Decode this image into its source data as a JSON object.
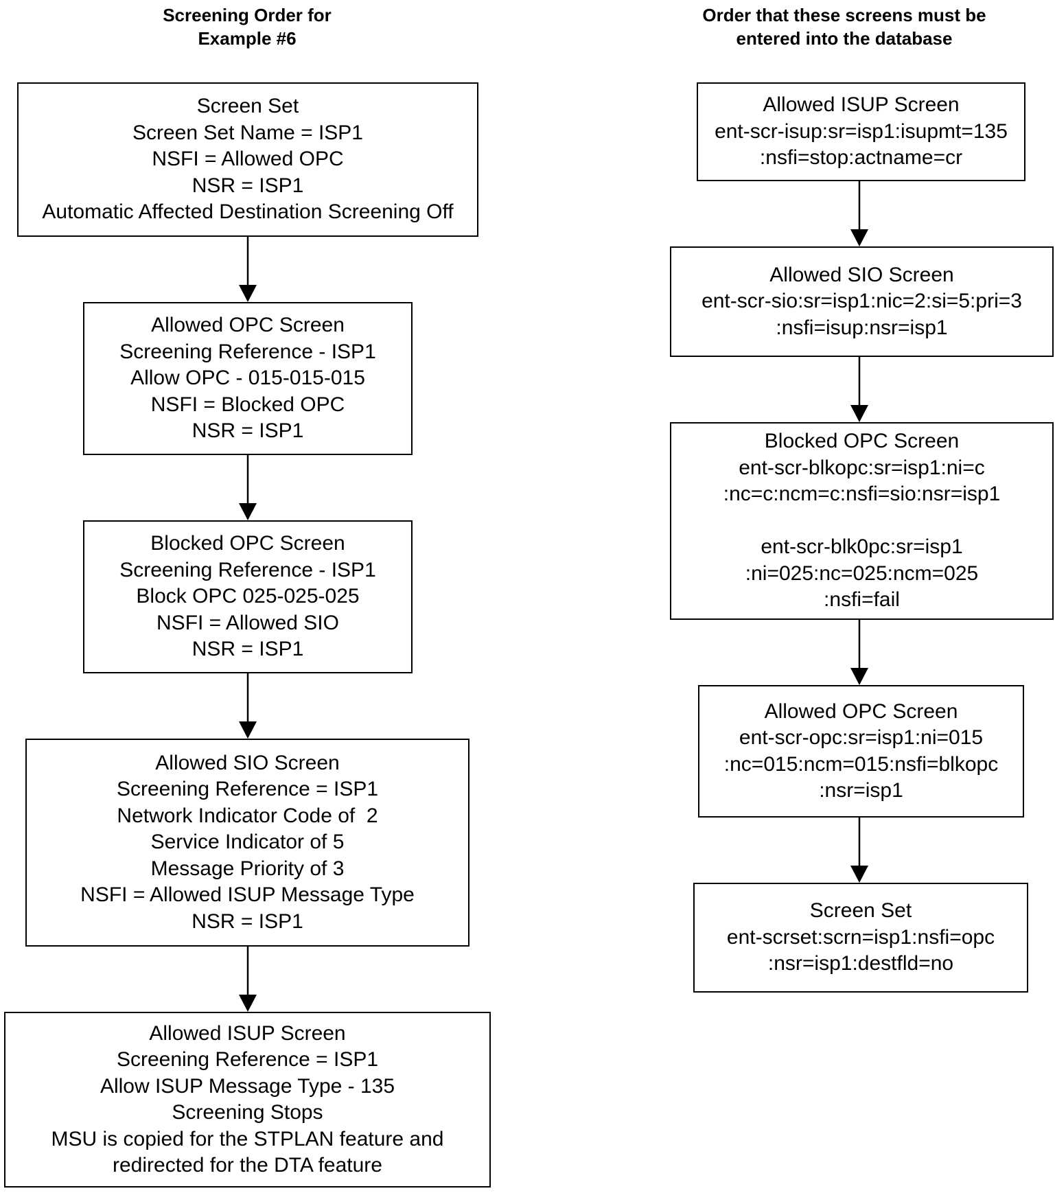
{
  "left": {
    "heading": [
      "Screening Order for",
      "Example #6"
    ],
    "boxes": [
      {
        "lines": [
          "Screen Set",
          "Screen Set Name = ISP1",
          "NSFI = Allowed OPC",
          "NSR = ISP1",
          "Automatic Affected Destination Screening Off"
        ]
      },
      {
        "lines": [
          "Allowed OPC Screen",
          "Screening Reference - ISP1",
          "Allow OPC - 015-015-015",
          "NSFI = Blocked OPC",
          "NSR = ISP1"
        ]
      },
      {
        "lines": [
          "Blocked OPC Screen",
          "Screening Reference - ISP1",
          "Block OPC 025-025-025",
          "NSFI = Allowed SIO",
          "NSR = ISP1"
        ]
      },
      {
        "lines": [
          "Allowed SIO Screen",
          "Screening Reference = ISP1",
          "Network Indicator Code of  2",
          "Service Indicator of 5",
          "Message Priority of 3",
          "NSFI = Allowed ISUP Message Type",
          "NSR = ISP1"
        ]
      },
      {
        "lines": [
          "Allowed ISUP Screen",
          "Screening Reference = ISP1",
          "Allow ISUP Message Type - 135",
          "Screening Stops",
          "MSU is copied for the STPLAN feature and",
          "redirected for the DTA feature"
        ]
      }
    ]
  },
  "right": {
    "heading": [
      "Order that these screens must be",
      "entered into the database"
    ],
    "boxes": [
      {
        "lines": [
          "Allowed ISUP Screen",
          "ent-scr-isup:sr=isp1:isupmt=135",
          ":nsfi=stop:actname=cr"
        ]
      },
      {
        "lines": [
          "Allowed SIO Screen",
          "ent-scr-sio:sr=isp1:nic=2:si=5:pri=3",
          ":nsfi=isup:nsr=isp1"
        ]
      },
      {
        "lines": [
          "Blocked OPC Screen",
          "ent-scr-blkopc:sr=isp1:ni=c",
          ":nc=c:ncm=c:nsfi=sio:nsr=isp1",
          "",
          "ent-scr-blk0pc:sr=isp1",
          ":ni=025:nc=025:ncm=025",
          ":nsfi=fail"
        ]
      },
      {
        "lines": [
          "Allowed OPC Screen",
          "ent-scr-opc:sr=isp1:ni=015",
          ":nc=015:ncm=015:nsfi=blkopc",
          ":nsr=isp1"
        ]
      },
      {
        "lines": [
          "Screen Set",
          "ent-scrset:scrn=isp1:nsfi=opc",
          ":nsr=isp1:destfld=no"
        ]
      }
    ]
  }
}
